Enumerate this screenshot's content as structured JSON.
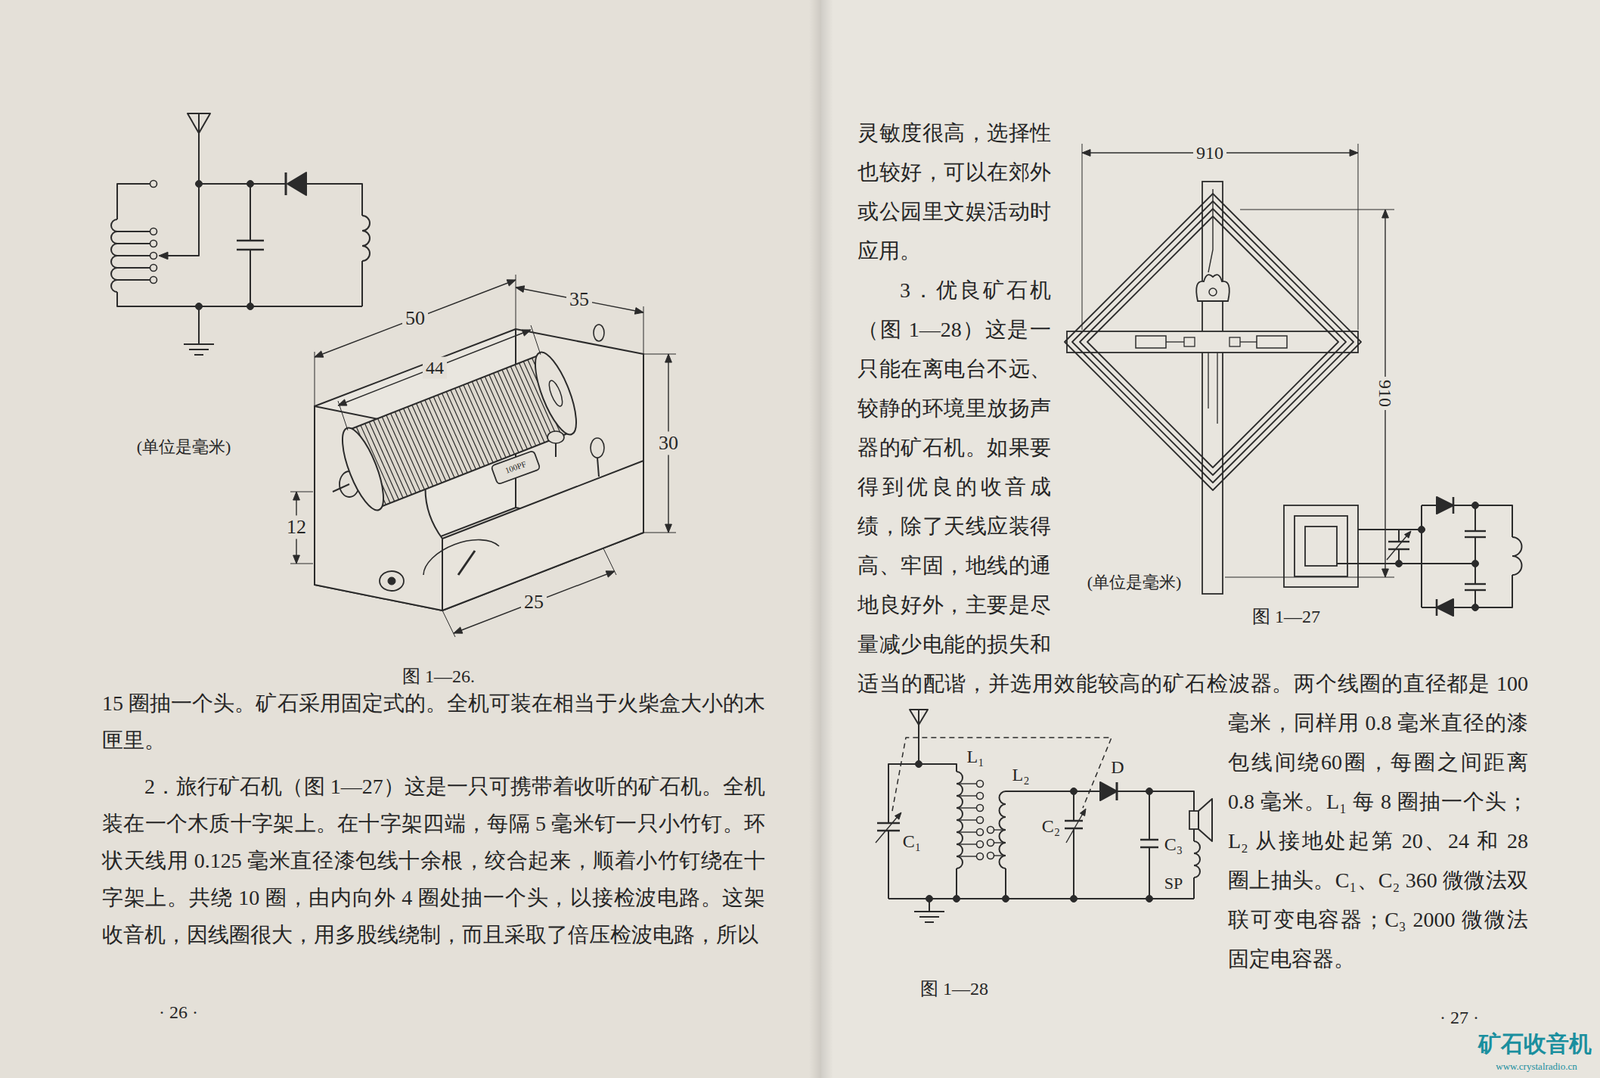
{
  "diagram": {
    "labels": [
      "(单位是毫米)",
      "50",
      "35",
      "44",
      "100PF",
      "30",
      "12",
      "25",
      "图 1—26.",
      "15 圈抽一个头。矿石采用固定式的。全机可装在相当于火柴盒大小的木匣里。",
      "2．旅行矿石机（图 1—27）这是一只可携带着收听的矿石机。全机装在一个木质十字架上。在十字架四端，每隔 5 毫米钉一只小竹钉。环状天线用 0.125 毫米直径漆包线十余根，绞合起来，顺着小竹钉绕在十字架上。共绕 10 圈，由内向外 4 圈处抽一个头，以接检波电路。这架收音机，因线圈很大，用多股线绕制，而且采取了倍压检波电路，所以",
      "· 26 ·",
      "灵敏度很高，选择性也较好，可以在郊外或公园里文娱活动时应用。",
      "3．优良矿石机（图 1—28）这是一只能在离电台不远、较静的环境里放扬声器的矿石机。如果要得到优良的收音成绩，除了天线应装得高、牢固，地线的通地良好外，主要是尽量减少电能的损失和适当的配谐，并选用效能较高的矿石检波器。两个线圈的直径都是 100 毫米，同样用 0.8 毫米直径的漆包线间绕60圈，每圈之间距离 0.8 毫米。L₁ 每 8 圈抽一个头；L₂ 从接地处起第 20、24 和 28 圈上抽头。C₁、C₂ 360 微微法双联可变电容器；C₃ 2000 微微法固定电容器。",
      "910",
      "910",
      "(单位是毫米)",
      "图 1—27",
      "L₁",
      "L₂",
      "C₁",
      "C₂",
      "D",
      "C₃",
      "SP",
      "图 1—28",
      "· 27 ·",
      "矿石收音机",
      "www.crystalradio.cn"
    ]
  }
}
